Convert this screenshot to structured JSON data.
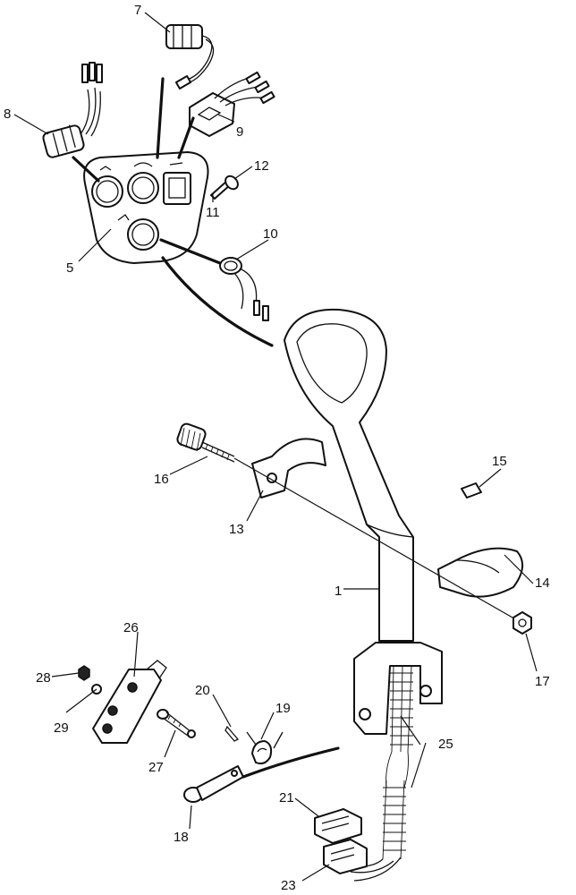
{
  "diagram": {
    "callouts": [
      {
        "id": "c1",
        "label": "1"
      },
      {
        "id": "c5",
        "label": "5"
      },
      {
        "id": "c7",
        "label": "7"
      },
      {
        "id": "c8",
        "label": "8"
      },
      {
        "id": "c9",
        "label": "9"
      },
      {
        "id": "c10",
        "label": "10"
      },
      {
        "id": "c11",
        "label": "11"
      },
      {
        "id": "c12",
        "label": "12"
      },
      {
        "id": "c13",
        "label": "13"
      },
      {
        "id": "c14",
        "label": "14"
      },
      {
        "id": "c15",
        "label": "15"
      },
      {
        "id": "c16",
        "label": "16"
      },
      {
        "id": "c17",
        "label": "17"
      },
      {
        "id": "c18",
        "label": "18"
      },
      {
        "id": "c19",
        "label": "19"
      },
      {
        "id": "c20",
        "label": "20"
      },
      {
        "id": "c21",
        "label": "21"
      },
      {
        "id": "c23",
        "label": "23"
      },
      {
        "id": "c25",
        "label": "25"
      },
      {
        "id": "c26",
        "label": "26"
      },
      {
        "id": "c27",
        "label": "27"
      },
      {
        "id": "c28",
        "label": "28"
      },
      {
        "id": "c29",
        "label": "29"
      }
    ]
  }
}
